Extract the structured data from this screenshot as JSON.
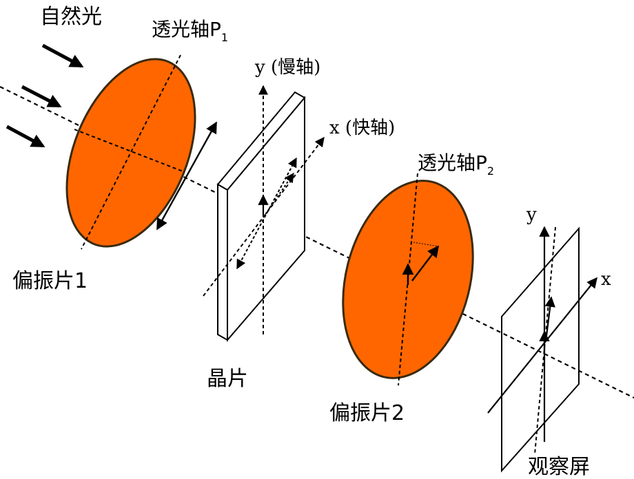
{
  "labels": {
    "natural_light": "自然光",
    "axis_p1": "透光轴P",
    "axis_p1_sub": "1",
    "y_slow": "y (慢轴)",
    "x_fast": "x (快轴)",
    "axis_p2": "透光轴P",
    "axis_p2_sub": "2",
    "polarizer1": "偏振片1",
    "crystal": "晶片",
    "polarizer2": "偏振片2",
    "screen": "观察屏",
    "screen_y": "y",
    "screen_x": "x"
  },
  "colors": {
    "polarizer_fill": "#FF6600",
    "polarizer_stroke": "#3a2a10",
    "line": "#000000"
  }
}
